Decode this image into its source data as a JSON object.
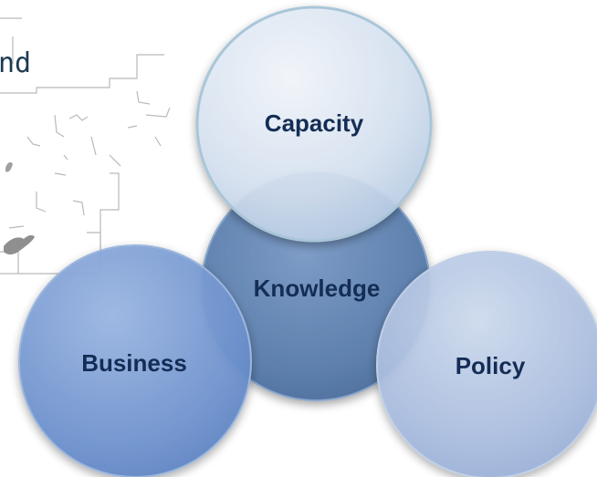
{
  "background": {
    "partial_text": "nd"
  },
  "diagram": {
    "circles": [
      {
        "id": "capacity",
        "label": "Capacity",
        "fill": "#d7e3f2"
      },
      {
        "id": "knowledge",
        "label": "Knowledge",
        "fill": "#5d7fac"
      },
      {
        "id": "business",
        "label": "Business",
        "fill": "#6f93cf"
      },
      {
        "id": "policy",
        "label": "Policy",
        "fill": "#a9bde0"
      }
    ],
    "label_color": "#142d55"
  }
}
